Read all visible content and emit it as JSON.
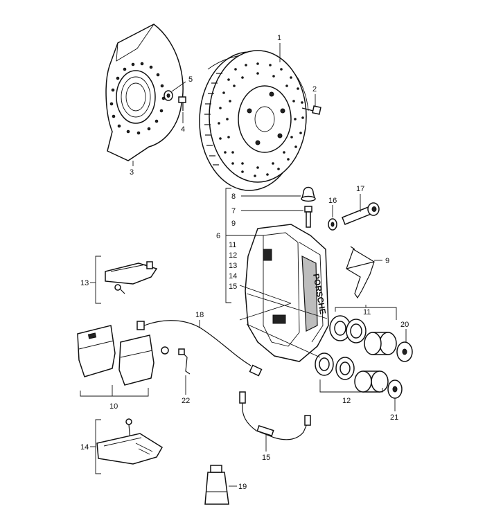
{
  "callouts": {
    "c1": "1",
    "c2": "2",
    "c3": "3",
    "c4": "4",
    "c5": "5",
    "c6": "6",
    "c7": "7",
    "c8": "8",
    "c9a": "9",
    "c9b": "9",
    "c10": "10",
    "c11a": "11",
    "c11b": "11",
    "c12a": "12",
    "c12b": "12",
    "c13a": "13",
    "c13b": "13",
    "c14a": "14",
    "c14b": "14",
    "c15a": "15",
    "c15b": "15",
    "c16": "16",
    "c17": "17",
    "c18": "18",
    "c19": "19",
    "c20": "20",
    "c21": "21",
    "c22": "22"
  },
  "caliper_logo": "PORSCHE"
}
